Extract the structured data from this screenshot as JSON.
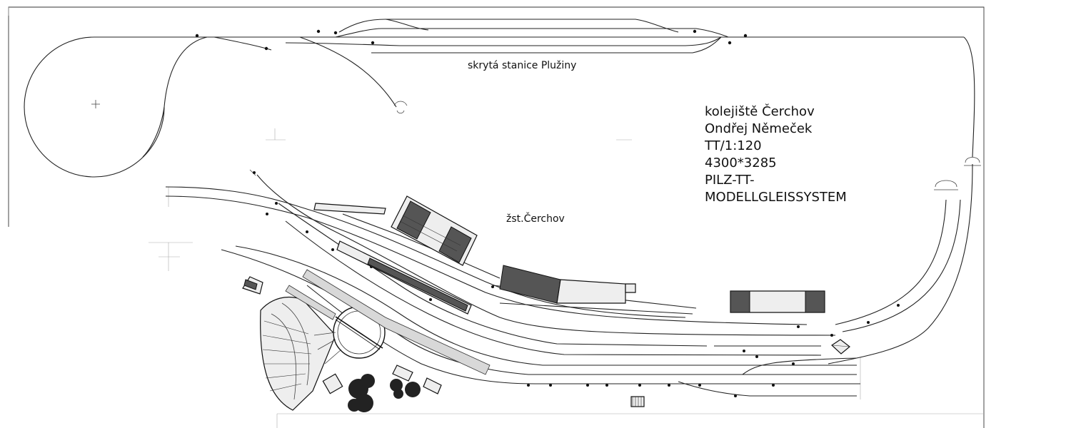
{
  "labels": {
    "hidden_station": "skrytá stanice Plužiny",
    "main_station": "žst.Čerchov"
  },
  "info": {
    "line1": "kolejiště Čerchov",
    "line2": "Ondřej Němeček",
    "line3": "TT/1:120",
    "line4": "4300*3285",
    "line5": "PILZ-TT-",
    "line6": "MODELLGLEISSYSTEM"
  },
  "colors": {
    "ink": "#222222",
    "paper": "#ffffff",
    "shade": "#555555"
  }
}
